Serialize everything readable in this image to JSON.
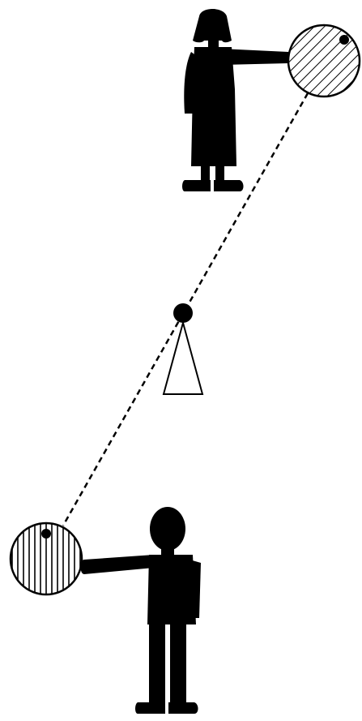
{
  "figures": [
    {
      "role": "figure-top",
      "icon": "woman-silhouette-icon",
      "disc_hatch": "diagonal"
    },
    {
      "role": "figure-bottom",
      "icon": "man-silhouette-icon",
      "disc_hatch": "vertical"
    }
  ],
  "pivot": {
    "icon": "triangle-fulcrum-icon"
  },
  "colors": {
    "ink": "#000000",
    "background": "#ffffff"
  }
}
